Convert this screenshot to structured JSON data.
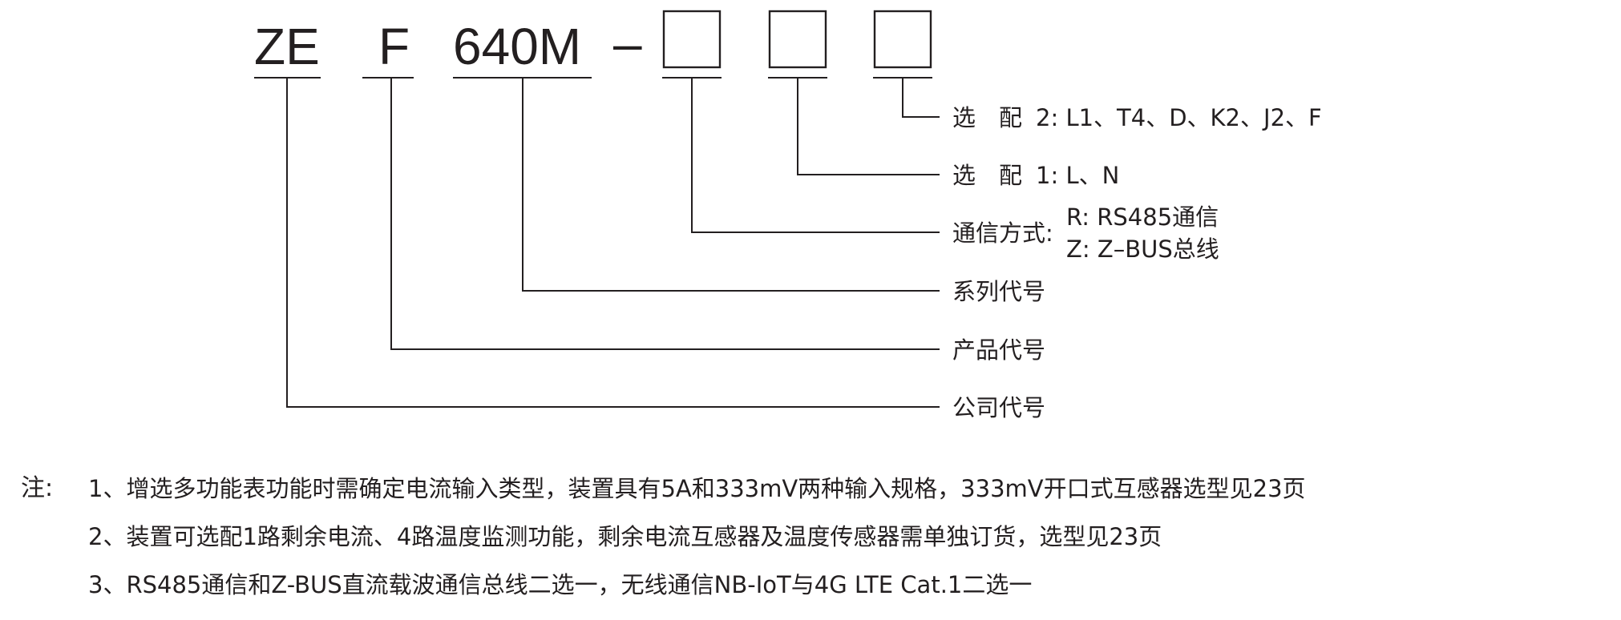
{
  "code": {
    "segments": [
      "ZE",
      "F",
      "640M"
    ],
    "dash": "–"
  },
  "labels": {
    "option2_name": "选　配",
    "option2_value": "2: L1、T4、D、K2、J2、F",
    "option1_name": "选　配",
    "option1_value": "1: L、N",
    "comm_name": "通信方式:",
    "comm_r": "R: RS485通信",
    "comm_z": "Z: Z–BUS总线",
    "series": "系列代号",
    "product": "产品代号",
    "company": "公司代号"
  },
  "notes": {
    "label": "注:",
    "items": [
      "1、增选多功能表功能时需确定电流输入类型，装置具有5A和333mV两种输入规格，333mV开口式互感器选型见23页",
      "2、装置可选配1路剩余电流、4路温度监测功能，剩余电流互感器及温度传感器需单独订货，选型见23页",
      "3、RS485通信和Z-BUS直流载波通信总线二选一，无线通信NB-IoT与4G LTE Cat.1二选一"
    ]
  }
}
